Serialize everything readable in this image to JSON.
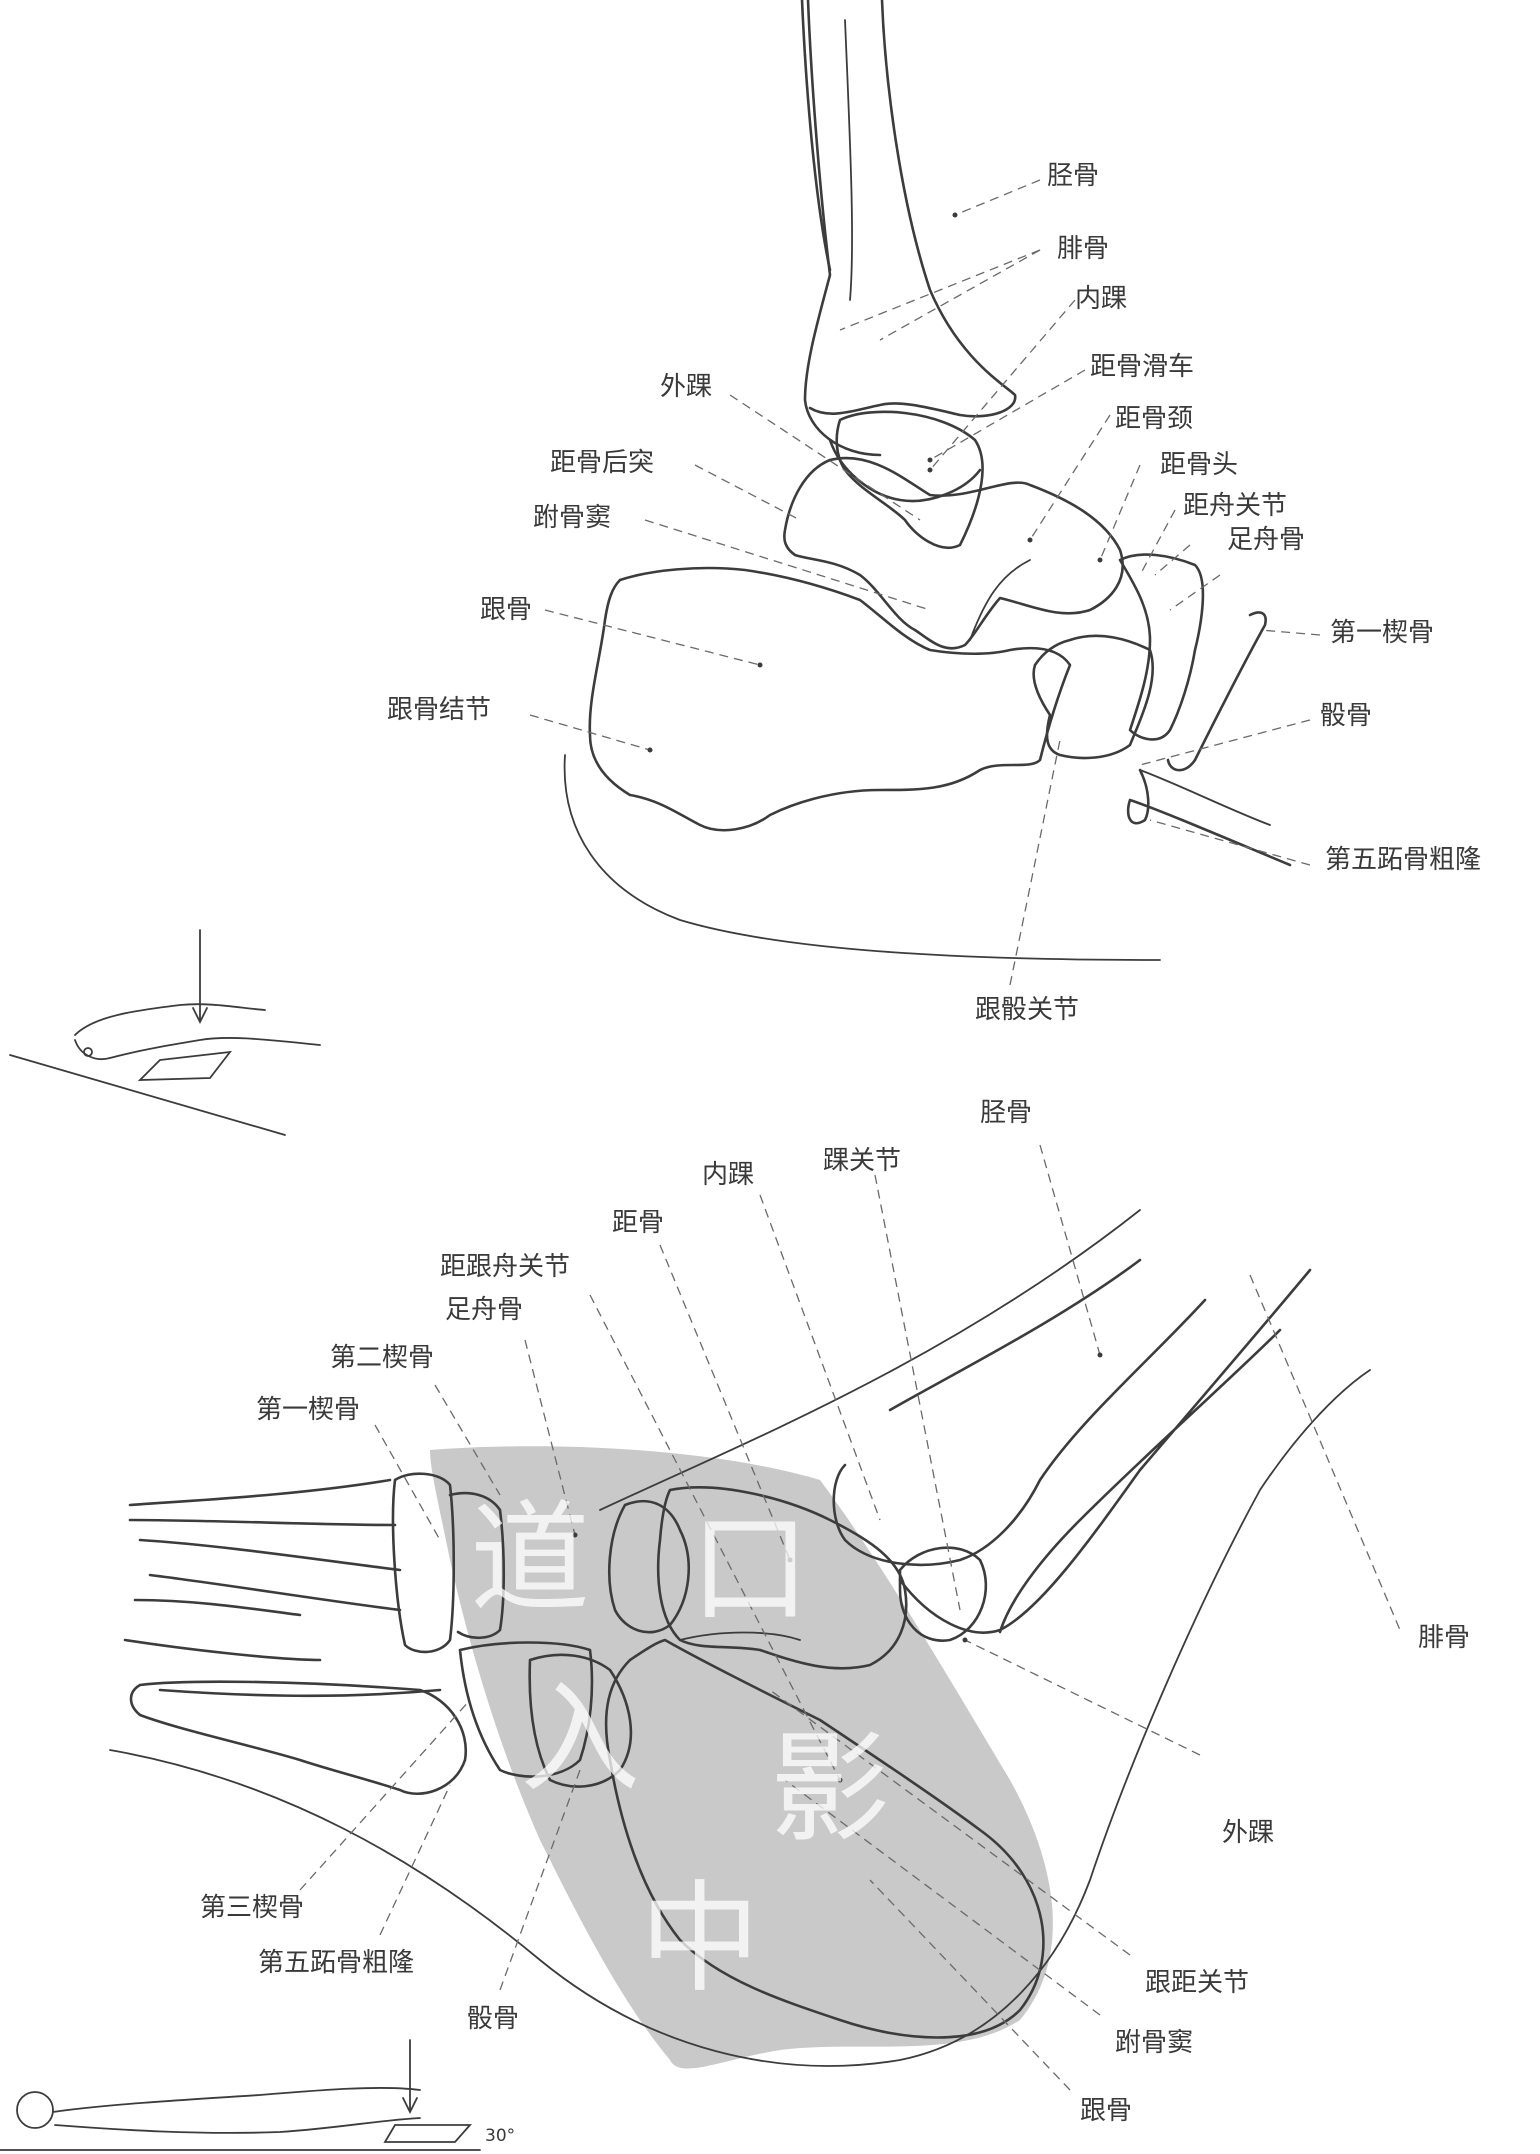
{
  "lateral_view": {
    "labels": {
      "tibia": "胫骨",
      "fibula": "腓骨",
      "medial_malleolus": "内踝",
      "talar_trochlea": "距骨滑车",
      "lateral_malleolus": "外踝",
      "talar_neck": "距骨颈",
      "posterior_talar_process": "距骨后突",
      "talar_head": "距骨头",
      "tarsal_sinus": "跗骨窦",
      "talonavicular_joint": "距舟关节",
      "navicular": "足舟骨",
      "calcaneus": "跟骨",
      "first_cuneiform": "第一楔骨",
      "calcaneal_tuberosity": "跟骨结节",
      "cuboid": "骰骨",
      "fifth_metatarsal_tuberosity": "第五跖骨粗隆",
      "calcaneocuboid_joint": "跟骰关节"
    }
  },
  "oblique_view": {
    "labels": {
      "tibia": "胫骨",
      "ankle_joint": "踝关节",
      "medial_malleolus": "内踝",
      "talus": "距骨",
      "talocalcaneonavicular_joint": "距跟舟关节",
      "navicular": "足舟骨",
      "second_cuneiform": "第二楔骨",
      "first_cuneiform": "第一楔骨",
      "fibula": "腓骨",
      "lateral_malleolus": "外踝",
      "third_cuneiform": "第三楔骨",
      "fifth_metatarsal_tuberosity": "第五跖骨粗隆",
      "cuboid": "骰骨",
      "talocalcaneal_joint": "跟距关节",
      "tarsal_sinus": "跗骨窦",
      "calcaneus": "跟骨"
    },
    "angle_label": "30°"
  },
  "watermark": {
    "text": "道口入影中"
  }
}
